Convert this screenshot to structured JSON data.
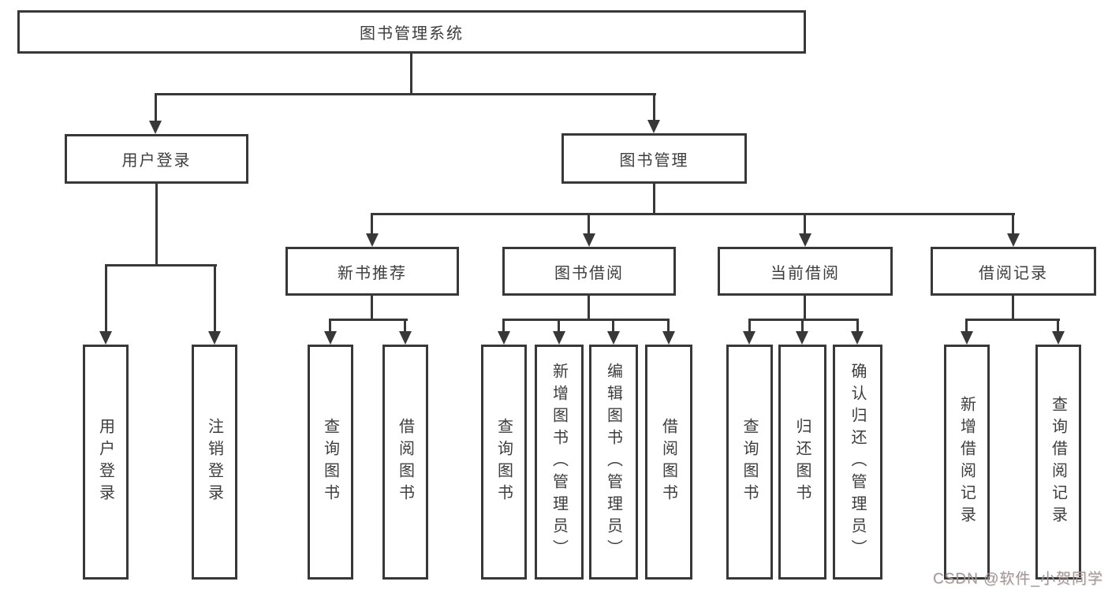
{
  "tree": {
    "label": "图书管理系统",
    "children": [
      {
        "label": "用户登录",
        "children": [
          {
            "label": "用户登录"
          },
          {
            "label": "注销登录"
          }
        ]
      },
      {
        "label": "图书管理",
        "children": [
          {
            "label": "新书推荐",
            "children": [
              {
                "label": "查询图书"
              },
              {
                "label": "借阅图书"
              }
            ]
          },
          {
            "label": "图书借阅",
            "children": [
              {
                "label": "查询图书"
              },
              {
                "label": "新增图书（管理员）"
              },
              {
                "label": "编辑图书（管理员）"
              },
              {
                "label": "借阅图书"
              }
            ]
          },
          {
            "label": "当前借阅",
            "children": [
              {
                "label": "查询图书"
              },
              {
                "label": "归还图书"
              },
              {
                "label": "确认归还（管理员）"
              }
            ]
          },
          {
            "label": "借阅记录",
            "children": [
              {
                "label": "新增借阅记录"
              },
              {
                "label": "查询借阅记录"
              }
            ]
          }
        ]
      }
    ]
  },
  "watermark": {
    "text": "CSDN @软件_小贺同学"
  },
  "colors": {
    "line": "#383838",
    "text": "#3d3d3d",
    "box_background": "#ffffff",
    "watermark": "#9b9b9b",
    "background": "#ffffff"
  }
}
